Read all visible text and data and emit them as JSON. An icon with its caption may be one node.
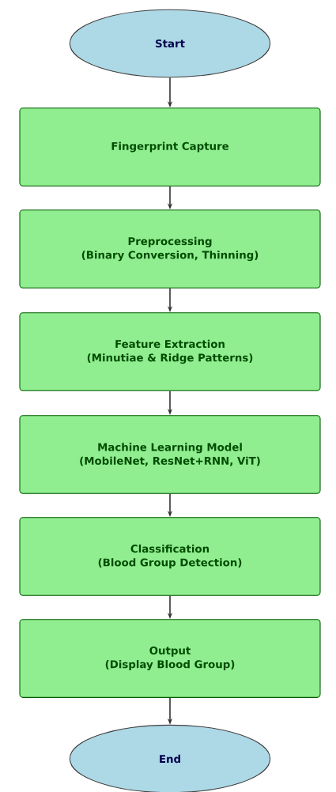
{
  "diagram": {
    "nodes": [
      {
        "text": [
          "Start"
        ]
      },
      {
        "text": [
          "Fingerprint Capture"
        ]
      },
      {
        "text": [
          "Preprocessing",
          "(Binary Conversion, Thinning)"
        ]
      },
      {
        "text": [
          "Feature Extraction",
          "(Minutiae & Ridge Patterns)"
        ]
      },
      {
        "text": [
          "Machine Learning Model",
          "(MobileNet, ResNet+RNN, ViT)"
        ]
      },
      {
        "text": [
          "Classification",
          "(Blood Group Detection)"
        ]
      },
      {
        "text": [
          "Output",
          "(Display Blood Group)"
        ]
      },
      {
        "text": [
          "End"
        ]
      }
    ],
    "edges": [
      {
        "from": 0,
        "to": 1,
        "arrow": "to"
      },
      {
        "from": 1,
        "to": 2,
        "arrow": "to"
      },
      {
        "from": 2,
        "to": 3,
        "arrow": "to"
      },
      {
        "from": 3,
        "to": 4,
        "arrow": "to"
      },
      {
        "from": 4,
        "to": 5,
        "arrow": "to"
      },
      {
        "from": 5,
        "to": 6,
        "arrow": "to"
      },
      {
        "from": 6,
        "to": 7,
        "arrow": "to"
      }
    ]
  }
}
